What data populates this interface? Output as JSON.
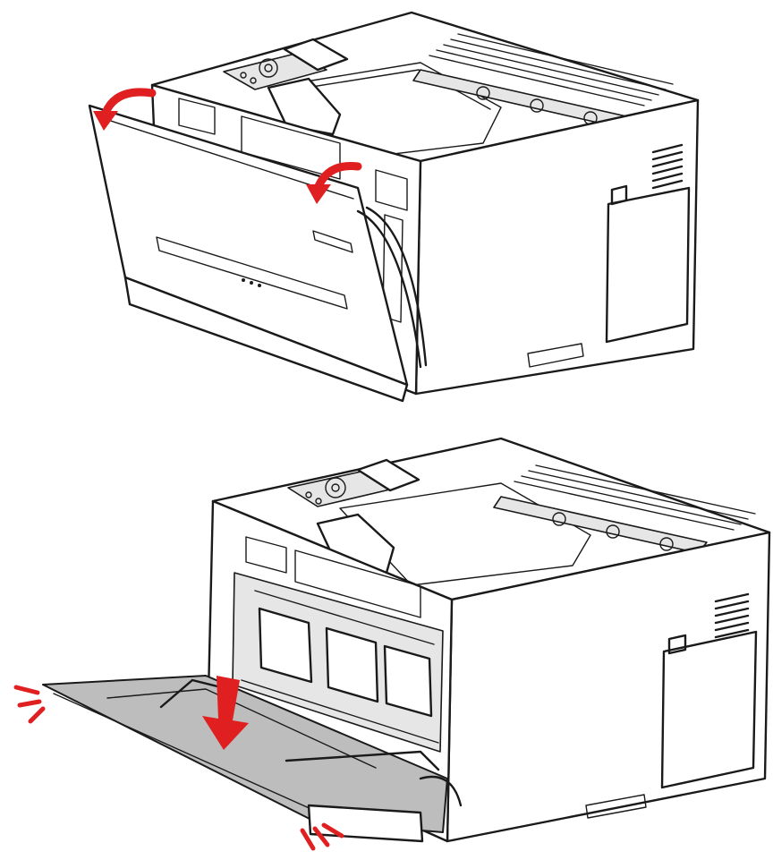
{
  "illustration": {
    "panels": [
      {
        "name": "open-front-cover-step",
        "arrow_count": 2
      },
      {
        "name": "lower-tray-step",
        "arrow_count": 1,
        "impact_marks": 2
      }
    ],
    "colors": {
      "line": "#1a1a1a",
      "arrow": "#e02020",
      "tray": "#bdbdbd",
      "background": "#ffffff"
    },
    "icons": [
      "curved-arrow-icon",
      "down-arrow-icon",
      "impact-lines-icon"
    ]
  }
}
